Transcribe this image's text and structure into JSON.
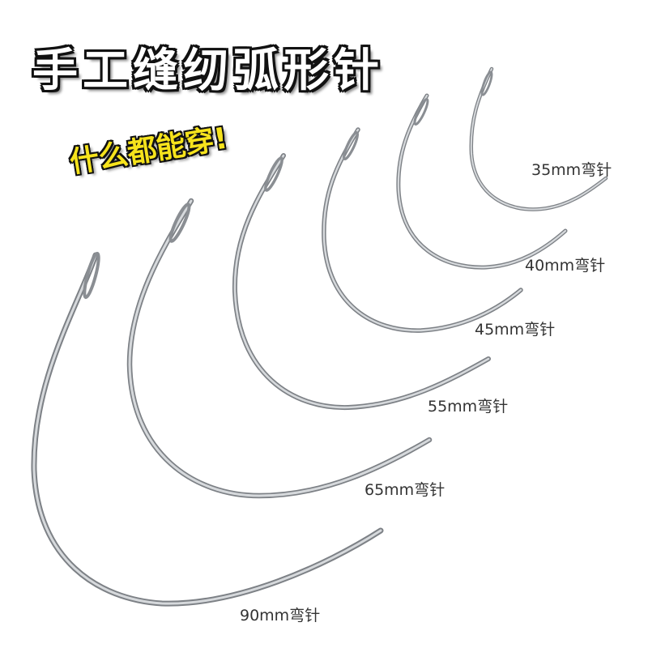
{
  "title": "手工缝纫弧形针",
  "slogan": "什么都能穿!",
  "needles": [
    {
      "label": "35mm弯针"
    },
    {
      "label": "40mm弯针"
    },
    {
      "label": "45mm弯针"
    },
    {
      "label": "55mm弯针"
    },
    {
      "label": "65mm弯针"
    },
    {
      "label": "90mm弯针"
    }
  ],
  "colors": {
    "needle": "#b8bcc0",
    "needle_dark": "#7d8186",
    "title_fill": "#ffffff",
    "slogan_fill": "#f6e31c"
  }
}
